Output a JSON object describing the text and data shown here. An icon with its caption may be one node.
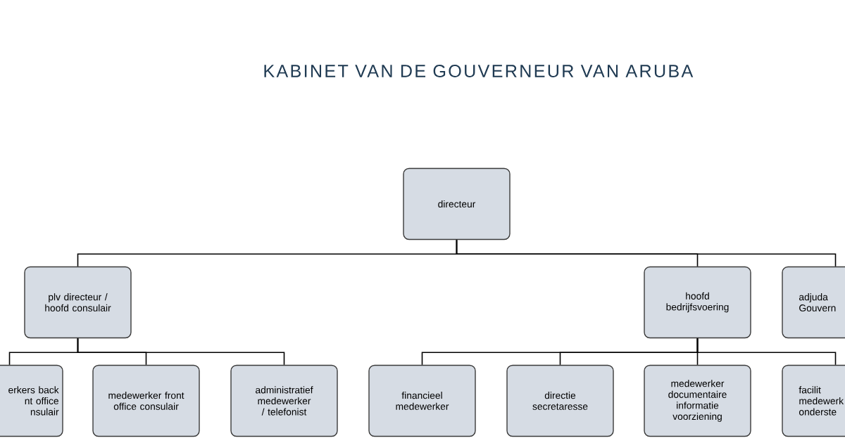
{
  "diagram": {
    "title": "KABINET VAN DE GOUVERNEUR VAN ARUBA",
    "nodes": [
      {
        "text": [
          "directeur"
        ]
      },
      {
        "text": [
          "plv directeur / hoofd consulair"
        ]
      },
      {
        "text": [
          "hoofd bedrijfsvoering"
        ]
      },
      {
        "text": [
          "adjuda Gouvern"
        ]
      },
      {
        "text": [
          "erkers back nt office nsulair"
        ]
      },
      {
        "text": [
          "medewerker front office consulair"
        ]
      },
      {
        "text": [
          "administratief medewerker / telefonist"
        ]
      },
      {
        "text": [
          "financieel medewerker"
        ]
      },
      {
        "text": [
          "directie secretaresse"
        ]
      },
      {
        "text": [
          "medewerker documentaire informatie voorziening"
        ]
      },
      {
        "text": [
          "facilit medewerk onderste"
        ]
      }
    ],
    "edges": [
      {
        "from": 0,
        "to": 1,
        "arrow": "none"
      },
      {
        "from": 0,
        "to": 2,
        "arrow": "none"
      },
      {
        "from": 0,
        "to": 3,
        "arrow": "none"
      },
      {
        "from": 1,
        "to": 4,
        "arrow": "none"
      },
      {
        "from": 1,
        "to": 5,
        "arrow": "none"
      },
      {
        "from": 1,
        "to": 6,
        "arrow": "none"
      },
      {
        "from": 2,
        "to": 7,
        "arrow": "none"
      },
      {
        "from": 2,
        "to": 8,
        "arrow": "none"
      },
      {
        "from": 2,
        "to": 9,
        "arrow": "none"
      },
      {
        "from": 2,
        "to": 10,
        "arrow": "none"
      }
    ]
  }
}
